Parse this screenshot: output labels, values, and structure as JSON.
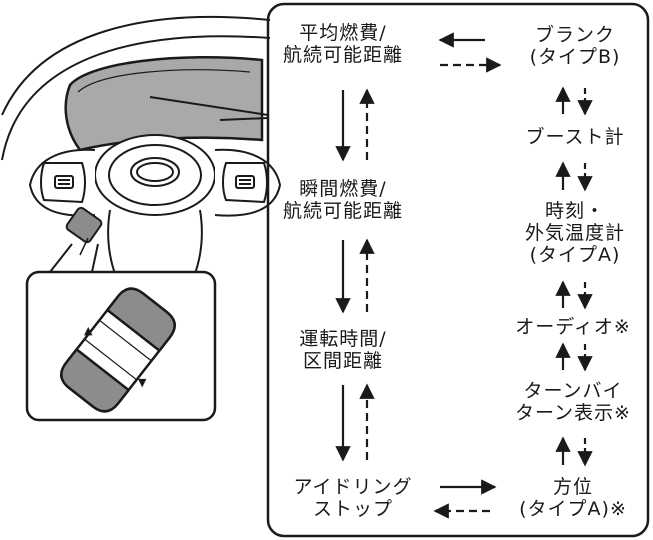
{
  "steering_illustration": {
    "switch_up_glyph": "▲",
    "switch_down_glyph": "▼"
  },
  "left_column": [
    {
      "line1": "平均燃費/",
      "line2": "航続可能距離"
    },
    {
      "line1": "瞬間燃費/",
      "line2": "航続可能距離"
    },
    {
      "line1": "運転時間/",
      "line2": "区間距離"
    },
    {
      "line1": "アイドリング",
      "line2": "ストップ"
    }
  ],
  "right_column": [
    {
      "line1": "ブランク",
      "line2": "(タイプB)"
    },
    {
      "line1": "ブースト計"
    },
    {
      "line1": "時刻・",
      "line2": "外気温度計",
      "line3": "(タイプA)"
    },
    {
      "line1": "オーディオ※"
    },
    {
      "line1": "ターンバイ",
      "line2": "ターン表示※"
    },
    {
      "line1": "方位",
      "line2": "(タイプA)※"
    }
  ],
  "colors": {
    "line": "#1a1a1a",
    "display_fill": "#a9a9a9",
    "button_fill": "#8c8c8c"
  }
}
